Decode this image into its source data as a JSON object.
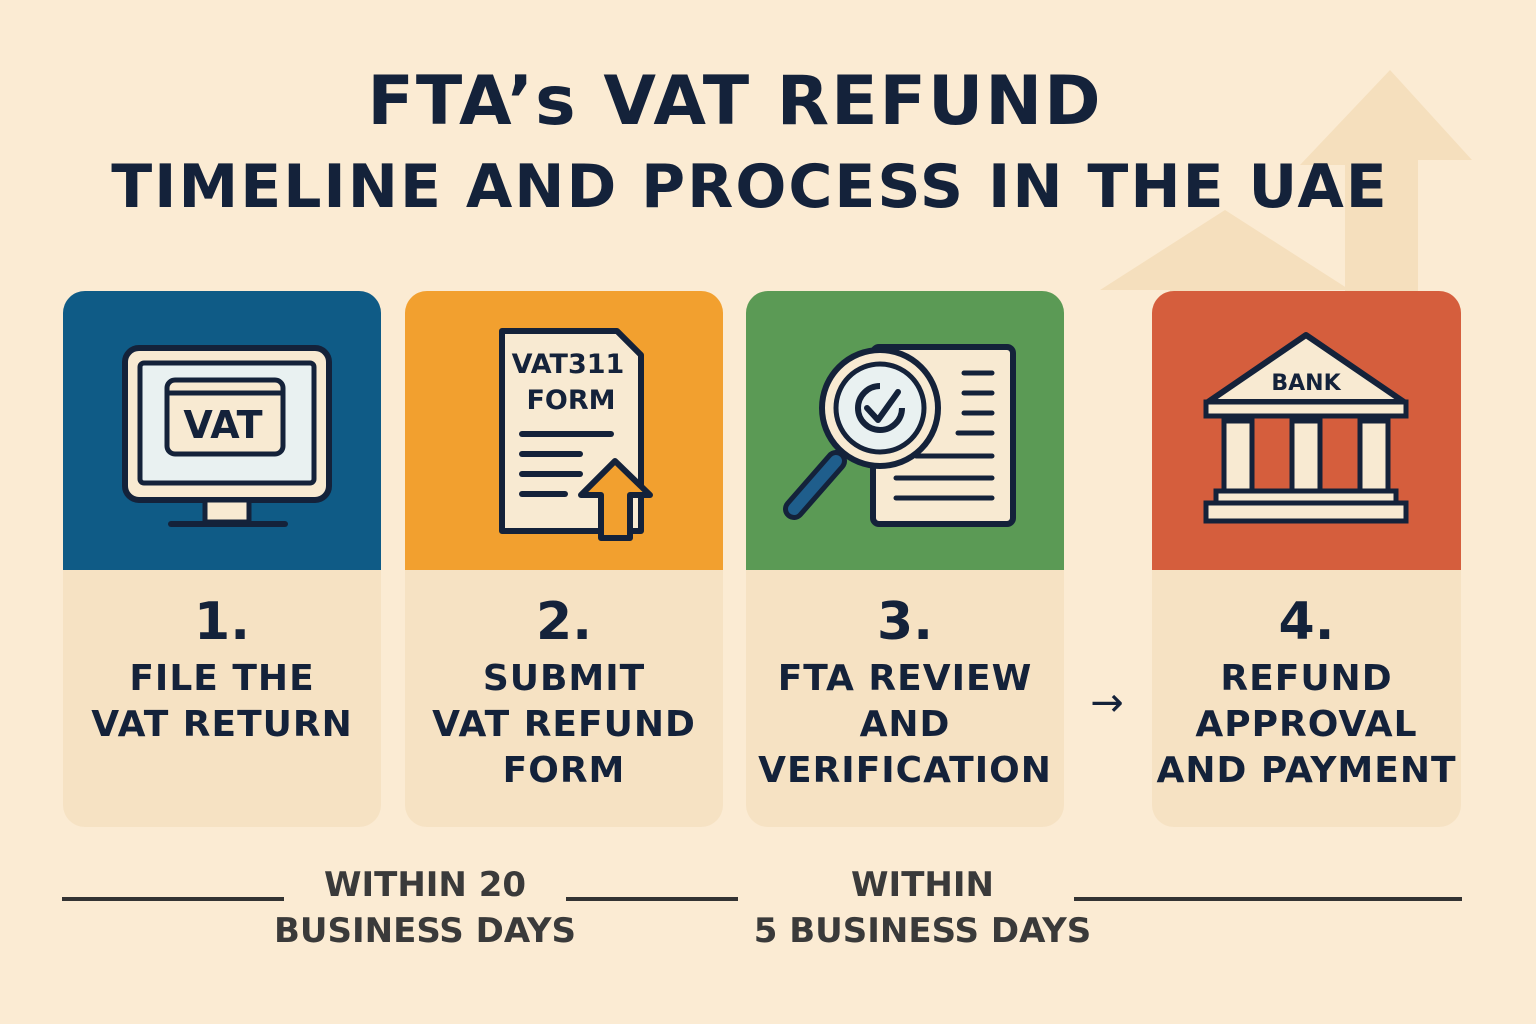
{
  "title": {
    "line1": "FTA’s VAT REFUND",
    "line2": "TIMELINE AND PROCESS IN THE UAE"
  },
  "steps": [
    {
      "number": "1.",
      "label_line1": "FILE THE",
      "label_line2": "VAT RETURN",
      "label_line3": "",
      "icon": "computer-vat-icon",
      "icon_text": "VAT",
      "color": "#0f5b86"
    },
    {
      "number": "2.",
      "label_line1": "SUBMIT",
      "label_line2": "VAT REFUND",
      "label_line3": "FORM",
      "icon": "form-upload-icon",
      "icon_text_line1": "VAT311",
      "icon_text_line2": "FORM",
      "color": "#f2a02f"
    },
    {
      "number": "3.",
      "label_line1": "FTA REVIEW",
      "label_line2": "AND",
      "label_line3": "VERIFICATION",
      "icon": "magnifier-document-icon",
      "color": "#5b9a55"
    },
    {
      "number": "4.",
      "label_line1": "REFUND",
      "label_line2": "APPROVAL",
      "label_line3": "AND PAYMENT",
      "icon": "bank-icon",
      "icon_text": "BANK",
      "color": "#d55e3d"
    }
  ],
  "arrow_glyph": "→",
  "timeline": [
    {
      "line1": "WITHIN 20",
      "line2": "BUSINESS DAYS"
    },
    {
      "line1": "WITHIN",
      "line2": "5 BUSINESS DAYS"
    }
  ]
}
